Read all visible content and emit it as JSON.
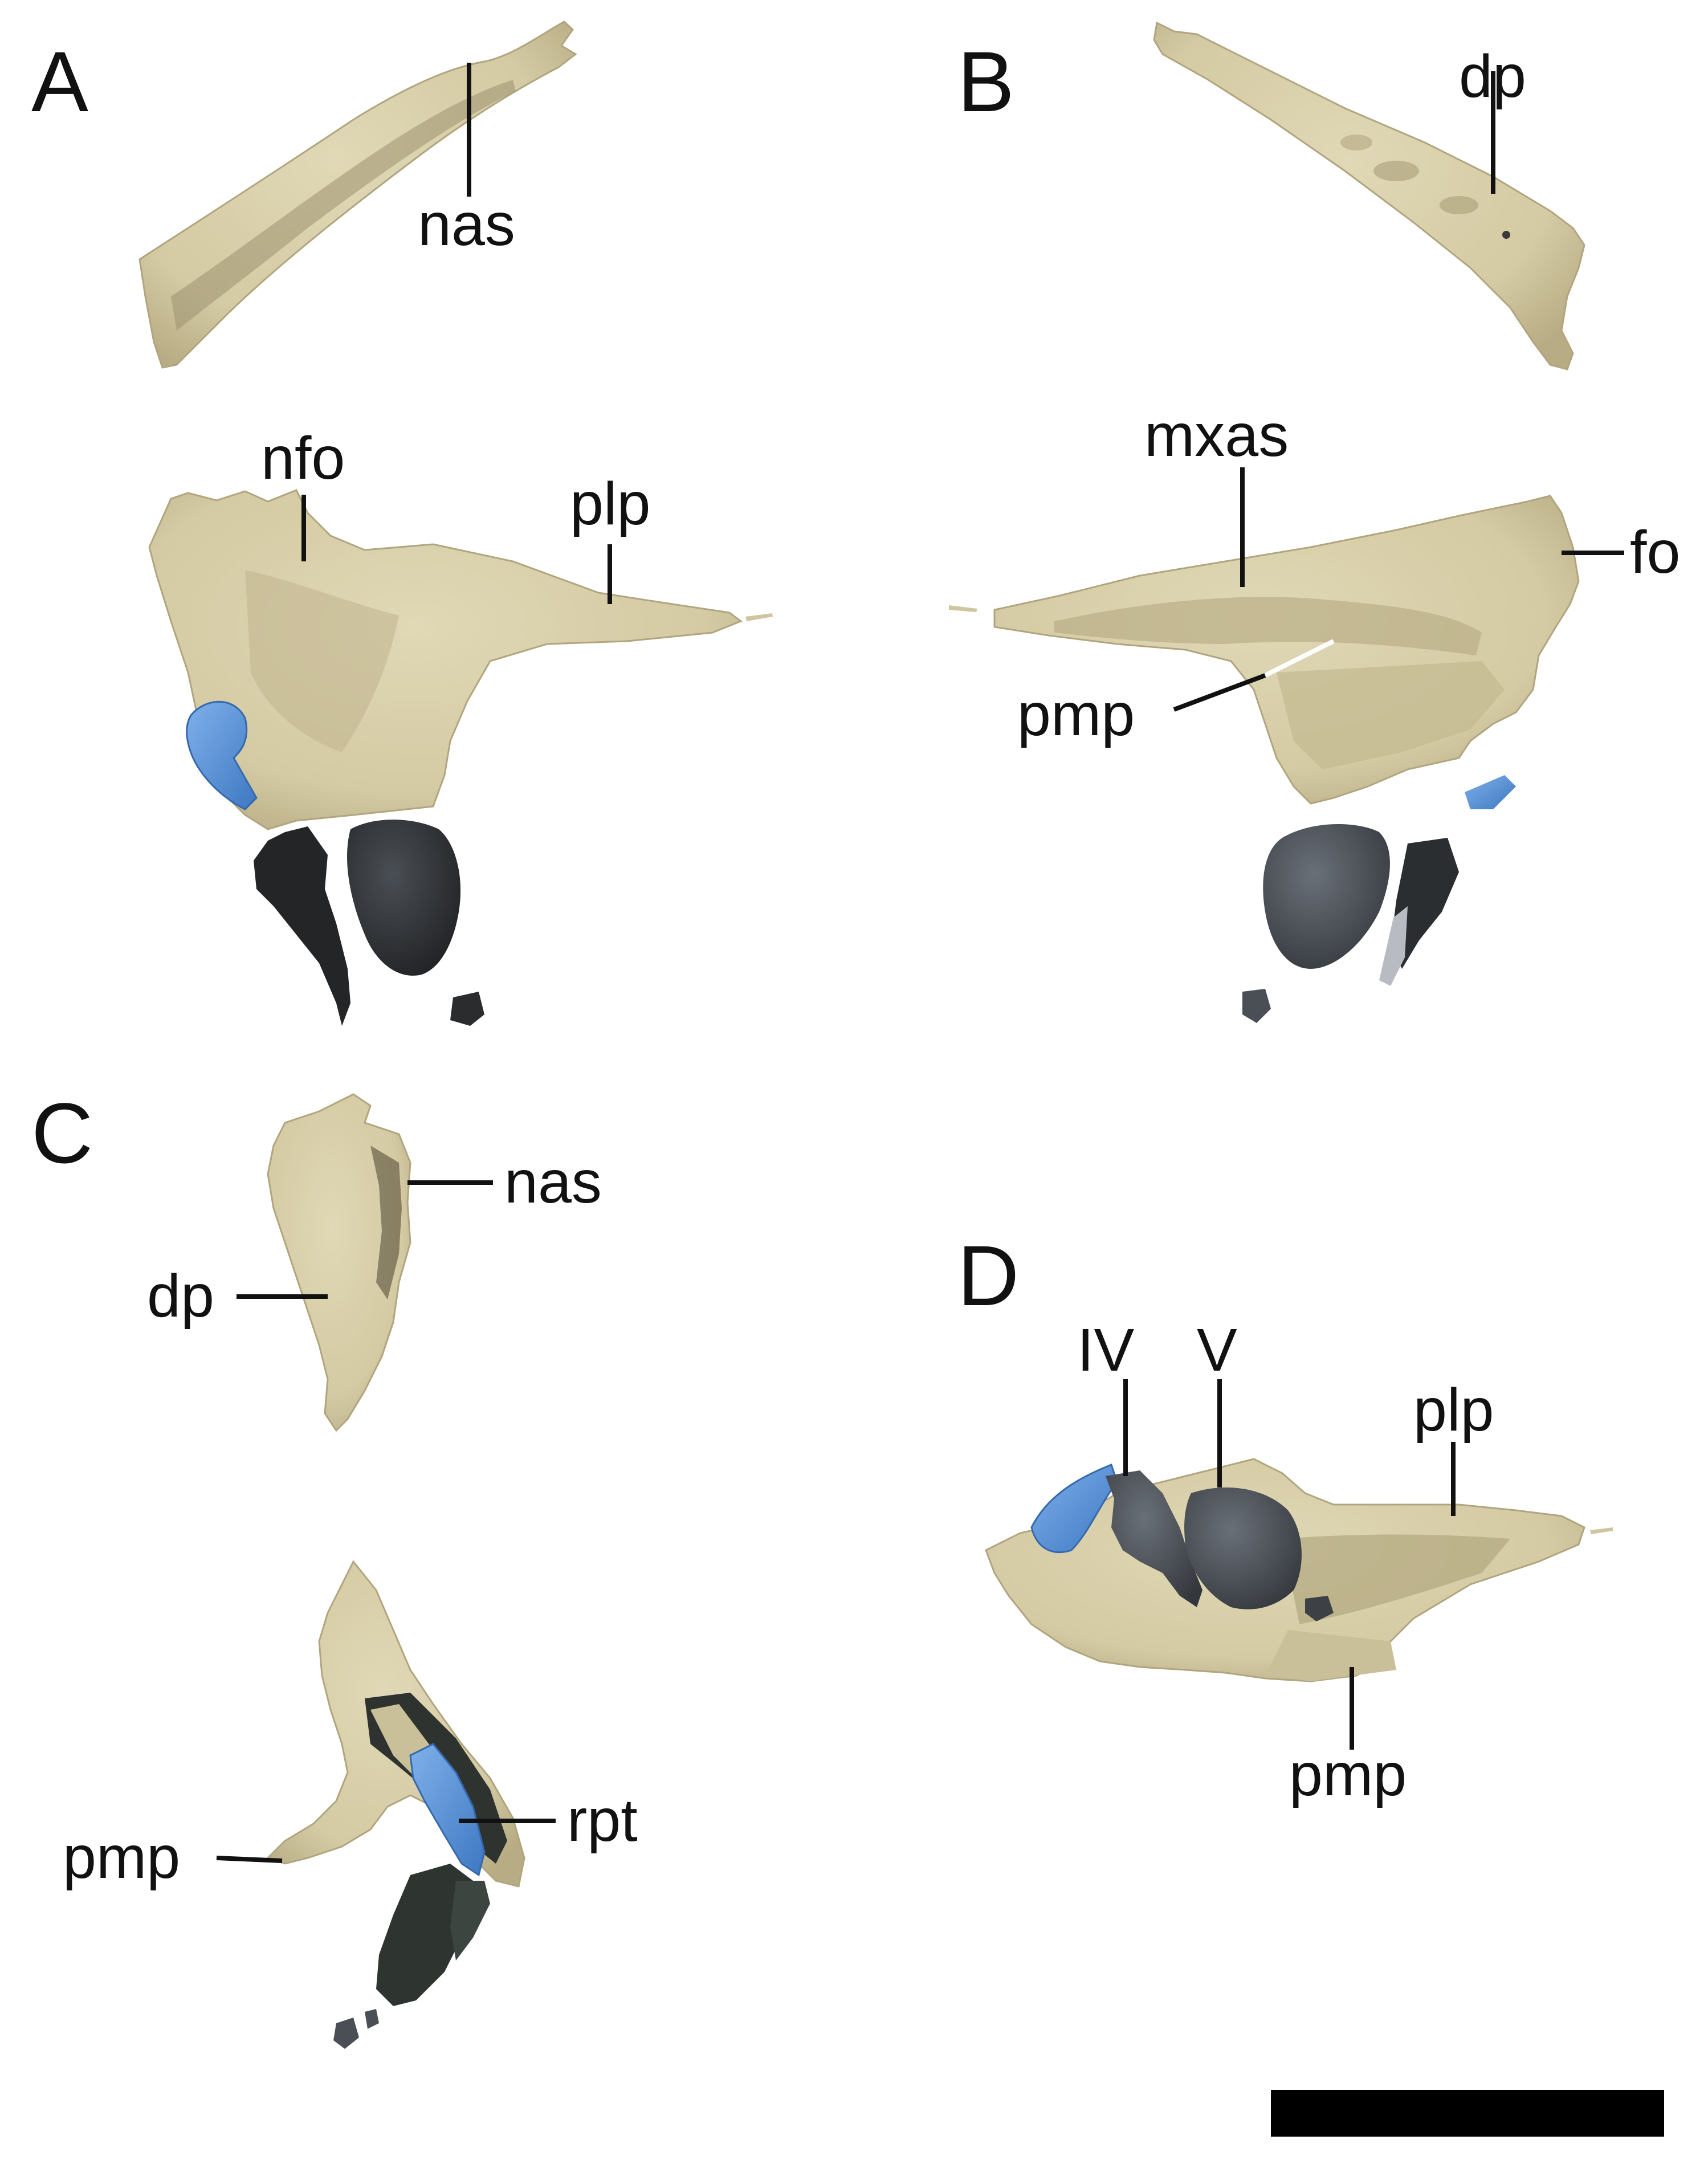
{
  "panels": {
    "a": {
      "letter": "A",
      "labels": {
        "nas": "nas",
        "nfo": "nfo",
        "plp": "plp"
      }
    },
    "b": {
      "letter": "B",
      "labels": {
        "dp": "dp",
        "mxas": "mxas",
        "fo": "fo",
        "pmp": "pmp"
      }
    },
    "c": {
      "letter": "C",
      "labels": {
        "nas": "nas",
        "dp": "dp",
        "pmp": "pmp",
        "rpt": "rpt"
      }
    },
    "d": {
      "letter": "D",
      "labels": {
        "iv": "IV",
        "v": "V",
        "plp": "plp",
        "pmp": "pmp"
      }
    }
  },
  "colors": {
    "bone": "#d8cfaa",
    "bone_shadow": "#b9ae86",
    "bone_dark": "#8f8563",
    "cartilage_blue": "#5b93d6",
    "tooth_dark": "#2b2d2f",
    "tooth_grey": "#4b5056",
    "background": "#ffffff"
  },
  "scale_bar": {
    "label": ""
  }
}
